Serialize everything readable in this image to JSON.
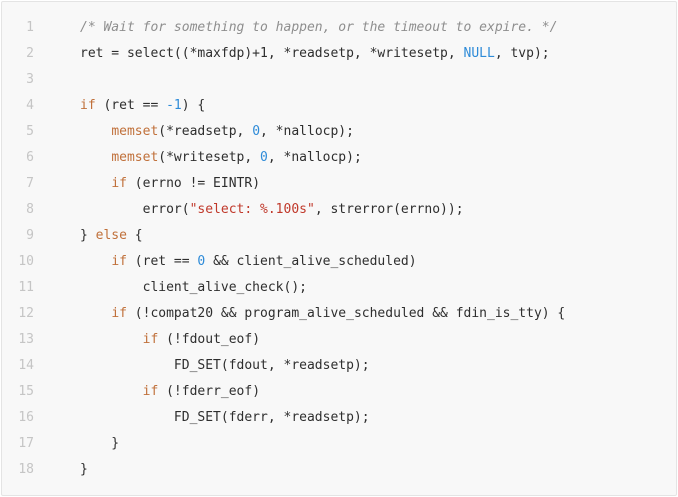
{
  "code_lines": [
    {
      "n": "1",
      "tokens": [
        {
          "t": "/* Wait for something to happen, or the timeout to expire. */",
          "c": "cm"
        }
      ]
    },
    {
      "n": "2",
      "tokens": [
        {
          "t": "ret = select((*maxfdp)+1, *readsetp, *writesetp, ",
          "c": ""
        },
        {
          "t": "NULL",
          "c": "num"
        },
        {
          "t": ", tvp);",
          "c": ""
        }
      ]
    },
    {
      "n": "3",
      "tokens": []
    },
    {
      "n": "4",
      "tokens": [
        {
          "t": "if",
          "c": "kw"
        },
        {
          "t": " (ret == ",
          "c": ""
        },
        {
          "t": "-1",
          "c": "num"
        },
        {
          "t": ") {",
          "c": ""
        }
      ]
    },
    {
      "n": "5",
      "tokens": [
        {
          "t": "    ",
          "c": ""
        },
        {
          "t": "memset",
          "c": "kw"
        },
        {
          "t": "(*readsetp, ",
          "c": ""
        },
        {
          "t": "0",
          "c": "num"
        },
        {
          "t": ", *nallocp);",
          "c": ""
        }
      ]
    },
    {
      "n": "6",
      "tokens": [
        {
          "t": "    ",
          "c": ""
        },
        {
          "t": "memset",
          "c": "kw"
        },
        {
          "t": "(*writesetp, ",
          "c": ""
        },
        {
          "t": "0",
          "c": "num"
        },
        {
          "t": ", *nallocp);",
          "c": ""
        }
      ]
    },
    {
      "n": "7",
      "tokens": [
        {
          "t": "    ",
          "c": ""
        },
        {
          "t": "if",
          "c": "kw"
        },
        {
          "t": " (errno != EINTR)",
          "c": ""
        }
      ]
    },
    {
      "n": "8",
      "tokens": [
        {
          "t": "        error(",
          "c": ""
        },
        {
          "t": "\"select: %.100s\"",
          "c": "str"
        },
        {
          "t": ", strerror(errno));",
          "c": ""
        }
      ]
    },
    {
      "n": "9",
      "tokens": [
        {
          "t": "} ",
          "c": ""
        },
        {
          "t": "else",
          "c": "kw"
        },
        {
          "t": " {",
          "c": ""
        }
      ]
    },
    {
      "n": "10",
      "tokens": [
        {
          "t": "    ",
          "c": ""
        },
        {
          "t": "if",
          "c": "kw"
        },
        {
          "t": " (ret == ",
          "c": ""
        },
        {
          "t": "0",
          "c": "num"
        },
        {
          "t": " && client_alive_scheduled)",
          "c": ""
        }
      ]
    },
    {
      "n": "11",
      "tokens": [
        {
          "t": "        client_alive_check();",
          "c": ""
        }
      ]
    },
    {
      "n": "12",
      "tokens": [
        {
          "t": "    ",
          "c": ""
        },
        {
          "t": "if",
          "c": "kw"
        },
        {
          "t": " (!compat20 && program_alive_scheduled && fdin_is_tty) {",
          "c": ""
        }
      ]
    },
    {
      "n": "13",
      "tokens": [
        {
          "t": "        ",
          "c": ""
        },
        {
          "t": "if",
          "c": "kw"
        },
        {
          "t": " (!fdout_eof)",
          "c": ""
        }
      ]
    },
    {
      "n": "14",
      "tokens": [
        {
          "t": "            FD_SET(fdout, *readsetp);",
          "c": ""
        }
      ]
    },
    {
      "n": "15",
      "tokens": [
        {
          "t": "        ",
          "c": ""
        },
        {
          "t": "if",
          "c": "kw"
        },
        {
          "t": " (!fderr_eof)",
          "c": ""
        }
      ]
    },
    {
      "n": "16",
      "tokens": [
        {
          "t": "            FD_SET(fderr, *readsetp);",
          "c": ""
        }
      ]
    },
    {
      "n": "17",
      "tokens": [
        {
          "t": "    }",
          "c": ""
        }
      ]
    },
    {
      "n": "18",
      "tokens": [
        {
          "t": "}",
          "c": ""
        }
      ]
    }
  ]
}
